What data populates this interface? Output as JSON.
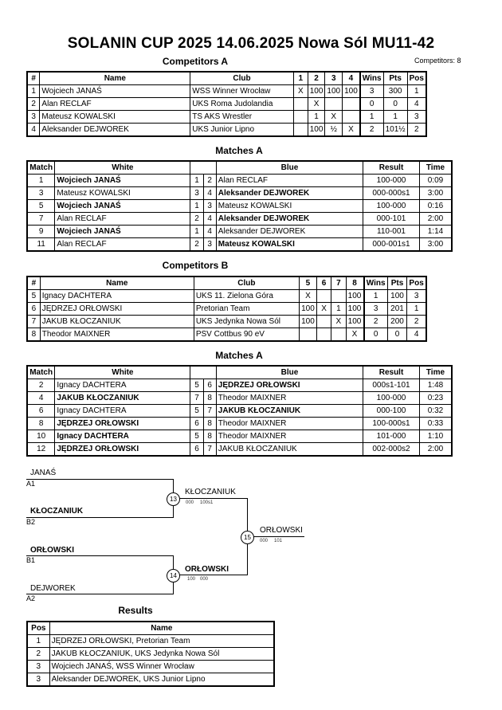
{
  "header": {
    "title": "SOLANIN CUP 2025  14.06.2025  Nowa Sól   MU11-42",
    "competitors_count": "Competitors: 8"
  },
  "competitors_a": {
    "title": "Competitors A",
    "headers": [
      "#",
      "Name",
      "Club",
      "1",
      "2",
      "3",
      "4",
      "Wins",
      "Pts",
      "Pos"
    ],
    "rows": [
      [
        "1",
        "Wojciech JANAŚ",
        "WSS Winner Wrocław",
        "X",
        "100",
        "100",
        "100",
        "3",
        "300",
        "1"
      ],
      [
        "2",
        "Alan RECLAF",
        "UKS Roma Judolandia",
        "",
        "X",
        "",
        "",
        "0",
        "0",
        "4"
      ],
      [
        "3",
        "Mateusz KOWALSKI",
        "TS AKS Wrestler",
        "",
        "1",
        "X",
        "",
        "1",
        "1",
        "3"
      ],
      [
        "4",
        "Aleksander DEJWOREK",
        "UKS Junior Lipno",
        "",
        "100",
        "½",
        "X",
        "2",
        "101½",
        "2"
      ]
    ]
  },
  "matches_a": {
    "title": "Matches A",
    "headers": [
      "Match",
      "White",
      "Blue",
      "Result",
      "Time"
    ],
    "rows": [
      {
        "match": "1",
        "white": "Wojciech JANAŚ",
        "wb": true,
        "w": "1",
        "bl": "2",
        "blue": "Alan RECLAF",
        "bb": false,
        "result": "100-000",
        "time": "0:09"
      },
      {
        "match": "3",
        "white": "Mateusz KOWALSKI",
        "wb": false,
        "w": "3",
        "bl": "4",
        "blue": "Aleksander DEJWOREK",
        "bb": true,
        "result": "000-000s1",
        "time": "3:00"
      },
      {
        "match": "5",
        "white": "Wojciech JANAŚ",
        "wb": true,
        "w": "1",
        "bl": "3",
        "blue": "Mateusz KOWALSKI",
        "bb": false,
        "result": "100-000",
        "time": "0:16"
      },
      {
        "match": "7",
        "white": "Alan RECLAF",
        "wb": false,
        "w": "2",
        "bl": "4",
        "blue": "Aleksander DEJWOREK",
        "bb": true,
        "result": "000-101",
        "time": "2:00"
      },
      {
        "match": "9",
        "white": "Wojciech JANAŚ",
        "wb": true,
        "w": "1",
        "bl": "4",
        "blue": "Aleksander DEJWOREK",
        "bb": false,
        "result": "110-001",
        "time": "1:14"
      },
      {
        "match": "11",
        "white": "Alan RECLAF",
        "wb": false,
        "w": "2",
        "bl": "3",
        "blue": "Mateusz KOWALSKI",
        "bb": true,
        "result": "000-001s1",
        "time": "3:00"
      }
    ]
  },
  "competitors_b": {
    "title": "Competitors B",
    "headers": [
      "#",
      "Name",
      "Club",
      "5",
      "6",
      "7",
      "8",
      "Wins",
      "Pts",
      "Pos"
    ],
    "rows": [
      [
        "5",
        "Ignacy DACHTERA",
        "UKS 11. Zielona Góra",
        "X",
        "",
        "",
        "100",
        "1",
        "100",
        "3"
      ],
      [
        "6",
        "JĘDRZEJ ORŁOWSKI",
        "Pretorian Team",
        "100",
        "X",
        "1",
        "100",
        "3",
        "201",
        "1"
      ],
      [
        "7",
        "JAKUB KŁOCZANIUK",
        "UKS Jedynka Nowa Sól",
        "100",
        "",
        "X",
        "100",
        "2",
        "200",
        "2"
      ],
      [
        "8",
        "Theodor MAIXNER",
        "PSV Cottbus 90 eV",
        "",
        "",
        "",
        "X",
        "0",
        "0",
        "4"
      ]
    ]
  },
  "matches_b": {
    "title": "Matches A",
    "headers": [
      "Match",
      "White",
      "Blue",
      "Result",
      "Time"
    ],
    "rows": [
      {
        "match": "2",
        "white": "Ignacy DACHTERA",
        "wb": false,
        "w": "5",
        "bl": "6",
        "blue": "JĘDRZEJ ORŁOWSKI",
        "bb": true,
        "result": "000s1-101",
        "time": "1:48"
      },
      {
        "match": "4",
        "white": "JAKUB KŁOCZANIUK",
        "wb": true,
        "w": "7",
        "bl": "8",
        "blue": "Theodor MAIXNER",
        "bb": false,
        "result": "100-000",
        "time": "0:23"
      },
      {
        "match": "6",
        "white": "Ignacy DACHTERA",
        "wb": false,
        "w": "5",
        "bl": "7",
        "blue": "JAKUB KŁOCZANIUK",
        "bb": true,
        "result": "000-100",
        "time": "0:32"
      },
      {
        "match": "8",
        "white": "JĘDRZEJ ORŁOWSKI",
        "wb": true,
        "w": "6",
        "bl": "8",
        "blue": "Theodor MAIXNER",
        "bb": false,
        "result": "100-000s1",
        "time": "0:33"
      },
      {
        "match": "10",
        "white": "Ignacy DACHTERA",
        "wb": true,
        "w": "5",
        "bl": "8",
        "blue": "Theodor MAIXNER",
        "bb": false,
        "result": "101-000",
        "time": "1:10"
      },
      {
        "match": "12",
        "white": "JĘDRZEJ ORŁOWSKI",
        "wb": true,
        "w": "6",
        "bl": "7",
        "blue": "JAKUB KŁOCZANIUK",
        "bb": false,
        "result": "002-000s2",
        "time": "2:00"
      }
    ]
  },
  "bracket": {
    "p1": {
      "name": "JANAŚ",
      "seed": "A1"
    },
    "p2": {
      "name": "KŁOCZANIUK",
      "seed": "B2"
    },
    "p3": {
      "name": "ORŁOWSKI",
      "seed": "B1"
    },
    "p4": {
      "name": "DEJWOREK",
      "seed": "A2"
    },
    "m13": {
      "num": "13",
      "winner": "KŁOCZANIUK",
      "score1": "000",
      "score2": "100s1"
    },
    "m14": {
      "num": "14",
      "winner": "ORŁOWSKI",
      "score1": "100",
      "score2": "000"
    },
    "m15": {
      "num": "15",
      "winner": "ORŁOWSKI",
      "score1": "000",
      "score2": "101"
    }
  },
  "results": {
    "title": "Results",
    "headers": [
      "Pos",
      "Name"
    ],
    "rows": [
      [
        "1",
        "JĘDRZEJ ORŁOWSKI, Pretorian Team"
      ],
      [
        "2",
        "JAKUB KŁOCZANIUK, UKS Jedynka Nowa Sól"
      ],
      [
        "3",
        "Wojciech JANAŚ, WSS Winner Wrocław"
      ],
      [
        "3",
        "Aleksander DEJWOREK, UKS Junior Lipno"
      ]
    ]
  }
}
